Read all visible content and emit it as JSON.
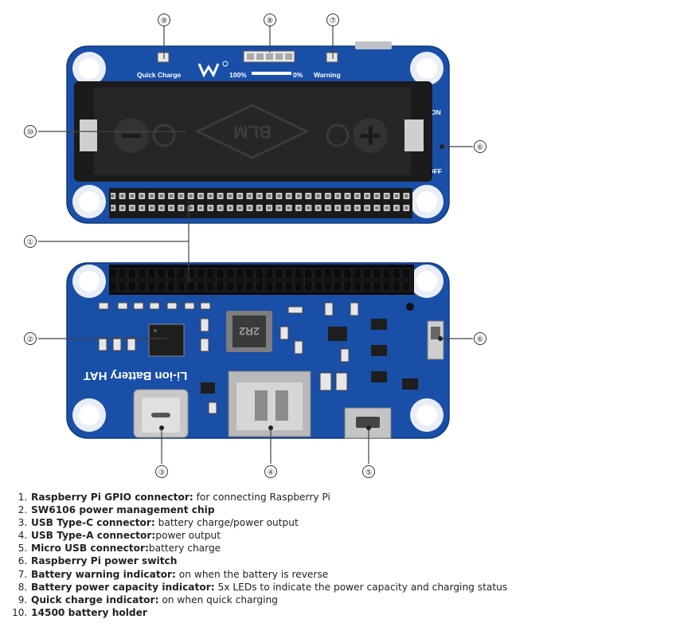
{
  "callouts": {
    "c1": "①",
    "c2": "②",
    "c3": "③",
    "c4": "④",
    "c5": "⑤",
    "c6a": "⑥",
    "c6b": "⑥",
    "c7": "⑦",
    "c8": "⑧",
    "c9": "⑨",
    "c10": "⑩"
  },
  "board_top": {
    "quick_charge": "Quick Charge",
    "pct_full": "100%",
    "pct_empty": "0%",
    "warning": "Warning",
    "on": "ON",
    "off": "OFF",
    "holder_mark": "BLM"
  },
  "board_bottom": {
    "title": "Li-ion Battery HAT",
    "inductor": "2R2"
  },
  "items": [
    {
      "label": "Raspberry Pi GPIO connector:",
      "desc": " for connecting Raspberry Pi"
    },
    {
      "label": "SW6106 power management chip",
      "desc": ""
    },
    {
      "label": "USB Type-C connector:",
      "desc": " battery charge/power output"
    },
    {
      "label": "USB Type-A connector:",
      "desc": "power output"
    },
    {
      "label": "Micro USB connector:",
      "desc": "battery charge"
    },
    {
      "label": "Raspberry Pi power switch",
      "desc": ""
    },
    {
      "label": "Battery warning indicator:",
      "desc": " on when the battery is reverse"
    },
    {
      "label": "Battery power capacity indicator:",
      "desc": " 5x LEDs to indicate the power capacity and charging status"
    },
    {
      "label": "Quick charge indicator:",
      "desc": " on when quick charging"
    },
    {
      "label": "14500 battery holder",
      "desc": ""
    }
  ],
  "colors": {
    "pcb": "#1a4fa8",
    "pcb_dark": "#123c86",
    "holder": "#1b1b1b",
    "header": "#111111",
    "silk": "#ffffff"
  }
}
